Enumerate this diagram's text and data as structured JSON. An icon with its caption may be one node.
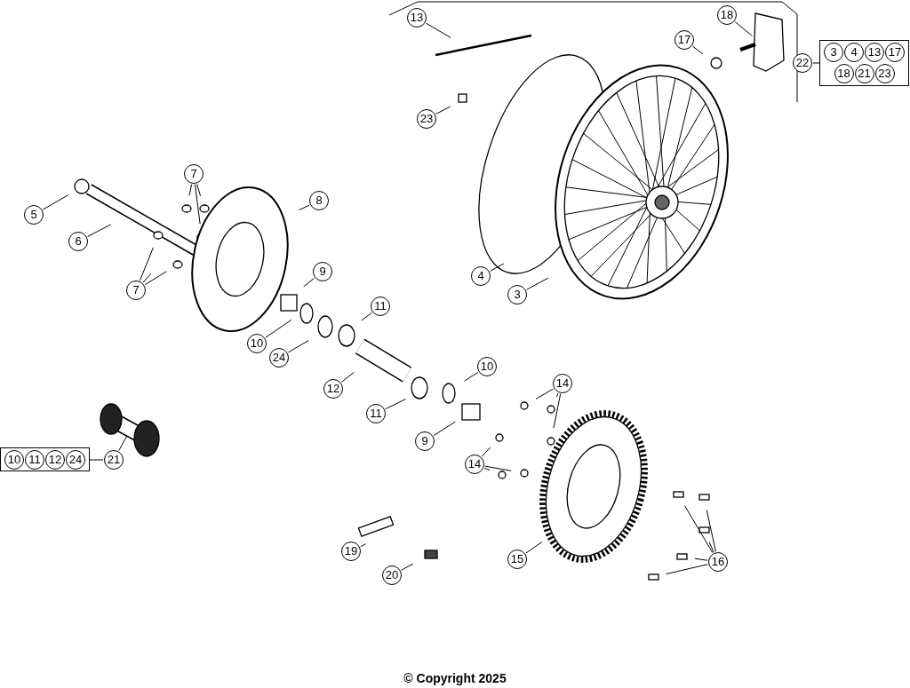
{
  "diagram": {
    "nodes": [
      {
        "text": [
          "13"
        ]
      },
      {
        "text": [
          "18"
        ]
      },
      {
        "text": [
          "17"
        ]
      },
      {
        "text": [
          "22"
        ]
      },
      {
        "text": [
          "3",
          "4",
          "13",
          "17",
          "18",
          "21",
          "23"
        ]
      },
      {
        "text": [
          "23"
        ]
      },
      {
        "text": [
          "7"
        ]
      },
      {
        "text": [
          "8"
        ]
      },
      {
        "text": [
          "5"
        ]
      },
      {
        "text": [
          "6"
        ]
      },
      {
        "text": [
          "9"
        ]
      },
      {
        "text": [
          "7"
        ]
      },
      {
        "text": [
          "4"
        ]
      },
      {
        "text": [
          "3"
        ]
      },
      {
        "text": [
          "11"
        ]
      },
      {
        "text": [
          "10"
        ]
      },
      {
        "text": [
          "24"
        ]
      },
      {
        "text": [
          "12"
        ]
      },
      {
        "text": [
          "10"
        ]
      },
      {
        "text": [
          "14"
        ]
      },
      {
        "text": [
          "11"
        ]
      },
      {
        "text": [
          "9"
        ]
      },
      {
        "text": [
          "14"
        ]
      },
      {
        "text": [
          "21"
        ]
      },
      {
        "text": [
          "10",
          "11",
          "12",
          "24"
        ]
      },
      {
        "text": [
          "15"
        ]
      },
      {
        "text": [
          "19"
        ]
      },
      {
        "text": [
          "16"
        ]
      },
      {
        "text": [
          "20"
        ]
      }
    ],
    "edges": [
      {
        "from": 0,
        "to": null,
        "arrow": "none"
      },
      {
        "from": 1,
        "to": null,
        "arrow": "none"
      },
      {
        "from": 2,
        "to": null,
        "arrow": "none"
      },
      {
        "from": 3,
        "to": 4,
        "arrow": "none"
      },
      {
        "from": 5,
        "to": null,
        "arrow": "none"
      },
      {
        "from": 6,
        "to": null,
        "arrow": "none"
      },
      {
        "from": 6,
        "to": null,
        "arrow": "none"
      },
      {
        "from": 6,
        "to": null,
        "arrow": "none"
      },
      {
        "from": 7,
        "to": null,
        "arrow": "none"
      },
      {
        "from": 8,
        "to": null,
        "arrow": "none"
      },
      {
        "from": 9,
        "to": null,
        "arrow": "none"
      },
      {
        "from": 10,
        "to": null,
        "arrow": "none"
      },
      {
        "from": 11,
        "to": null,
        "arrow": "none"
      },
      {
        "from": 11,
        "to": null,
        "arrow": "none"
      },
      {
        "from": 11,
        "to": null,
        "arrow": "none"
      },
      {
        "from": 12,
        "to": null,
        "arrow": "none"
      },
      {
        "from": 13,
        "to": null,
        "arrow": "none"
      },
      {
        "from": 14,
        "to": null,
        "arrow": "none"
      },
      {
        "from": 15,
        "to": null,
        "arrow": "none"
      },
      {
        "from": 16,
        "to": null,
        "arrow": "none"
      },
      {
        "from": 17,
        "to": null,
        "arrow": "none"
      },
      {
        "from": 18,
        "to": null,
        "arrow": "none"
      },
      {
        "from": 19,
        "to": null,
        "arrow": "none"
      },
      {
        "from": 19,
        "to": null,
        "arrow": "none"
      },
      {
        "from": 19,
        "to": null,
        "arrow": "none"
      },
      {
        "from": 20,
        "to": null,
        "arrow": "none"
      },
      {
        "from": 21,
        "to": null,
        "arrow": "none"
      },
      {
        "from": 22,
        "to": null,
        "arrow": "none"
      },
      {
        "from": 22,
        "to": null,
        "arrow": "none"
      },
      {
        "from": 22,
        "to": null,
        "arrow": "none"
      },
      {
        "from": 23,
        "to": null,
        "arrow": "none"
      },
      {
        "from": 23,
        "to": 24,
        "arrow": "none"
      },
      {
        "from": 25,
        "to": null,
        "arrow": "none"
      },
      {
        "from": 26,
        "to": null,
        "arrow": "none"
      },
      {
        "from": 27,
        "to": null,
        "arrow": "none"
      },
      {
        "from": 27,
        "to": null,
        "arrow": "none"
      },
      {
        "from": 27,
        "to": null,
        "arrow": "none"
      },
      {
        "from": 27,
        "to": null,
        "arrow": "none"
      },
      {
        "from": 27,
        "to": null,
        "arrow": "none"
      },
      {
        "from": 28,
        "to": null,
        "arrow": "none"
      }
    ],
    "labels": [
      "© Copyright 2025"
    ]
  }
}
